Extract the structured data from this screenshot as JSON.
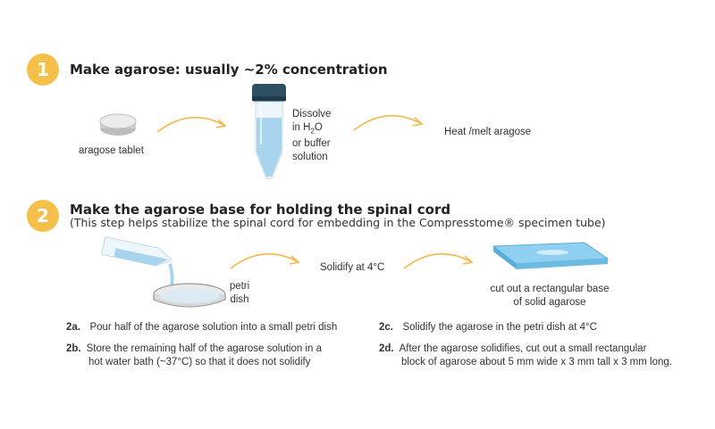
{
  "step1": {
    "number": "1",
    "title": "Make agarose: usually ~2% concentration",
    "tablet_label": "aragose tablet",
    "dissolve_lines": [
      "Dissolve",
      "in H",
      "2",
      "O",
      "or buffer",
      "solution"
    ],
    "heat_label": "Heat /melt aragose"
  },
  "step2": {
    "number": "2",
    "title": "Make the agarose base for holding the spinal cord",
    "subtitle": "(This step helps stabilize the spinal cord for embedding in the Compresstome® specimen tube)",
    "petri_label": [
      "petri",
      "dish"
    ],
    "solidify_label": "Solidify at 4°C",
    "base_label": [
      "cut out a rectangular base",
      "of solid agarose"
    ],
    "substeps": [
      {
        "id": "2a.",
        "lines": [
          "Pour half of the agarose solution into a small petri dish"
        ]
      },
      {
        "id": "2b.",
        "lines": [
          "Store the remaining half of the agarose solution in a",
          "hot water bath (~37°C) so that it does not solidify"
        ]
      },
      {
        "id": "2c.",
        "lines": [
          "Solidify the agarose in the petri dish at 4°C"
        ]
      },
      {
        "id": "2d.",
        "lines": [
          "After the agarose solidifies, cut out a small rectangular",
          "block of agarose about 5 mm wide x 3 mm tall x 3 mm long."
        ]
      }
    ]
  },
  "colors": {
    "badge": "#f5c04a",
    "arrow": "#f2b84b",
    "cap": "#2f4f63",
    "liquid": "#a9d4ee",
    "agarose_block": "#7fc4ea"
  }
}
